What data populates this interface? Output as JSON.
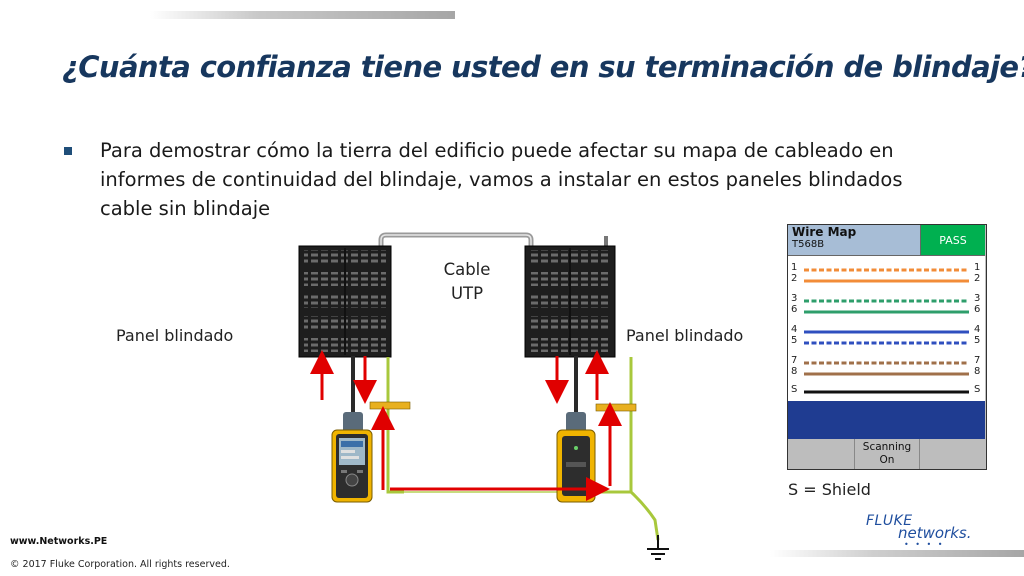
{
  "slide": {
    "title": "¿Cuánta confianza tiene usted en su terminación de blindaje?",
    "bullet_lines": [
      "Para demostrar cómo la tierra del edificio puede afectar su mapa de cableado en",
      "informes de continuidad del blindaje, vamos a instalar en estos paneles blindados",
      "cable sin blindaje"
    ]
  },
  "diagram": {
    "left_panel_label": "Panel blindado",
    "right_panel_label": "Panel blindado",
    "cable_label_line1": "Cable",
    "cable_label_line2": "UTP"
  },
  "wire_map": {
    "title": "Wire Map",
    "standard": "T568B",
    "result": "PASS",
    "button_line1": "Scanning",
    "button_line2": "On",
    "pairs": [
      {
        "left": "1",
        "right": "1",
        "color": "#f28c38",
        "dashed": true
      },
      {
        "left": "2",
        "right": "2",
        "color": "#f28c38",
        "dashed": false
      },
      {
        "left": "3",
        "right": "3",
        "color": "#2e9e6b",
        "dashed": true
      },
      {
        "left": "6",
        "right": "6",
        "color": "#2e9e6b",
        "dashed": false
      },
      {
        "left": "4",
        "right": "4",
        "color": "#2f4fbf",
        "dashed": false
      },
      {
        "left": "5",
        "right": "5",
        "color": "#2f4fbf",
        "dashed": true
      },
      {
        "left": "7",
        "right": "7",
        "color": "#a0704a",
        "dashed": true
      },
      {
        "left": "8",
        "right": "8",
        "color": "#a0704a",
        "dashed": false
      },
      {
        "left": "S",
        "right": "S",
        "color": "#111111",
        "dashed": false
      }
    ]
  },
  "shield_note": "S = Shield",
  "logo": {
    "brand": "FLUKE",
    "sub": "networks."
  },
  "footer": {
    "website": "www.Networks.PE",
    "copyright": "© 2017 Fluke Corporation. All rights reserved."
  },
  "colors": {
    "title": "#17375e",
    "arrow": "#e00000",
    "ground_wire": "#a8c83c",
    "pass": "#00b050",
    "status_area": "#1f3c91"
  }
}
